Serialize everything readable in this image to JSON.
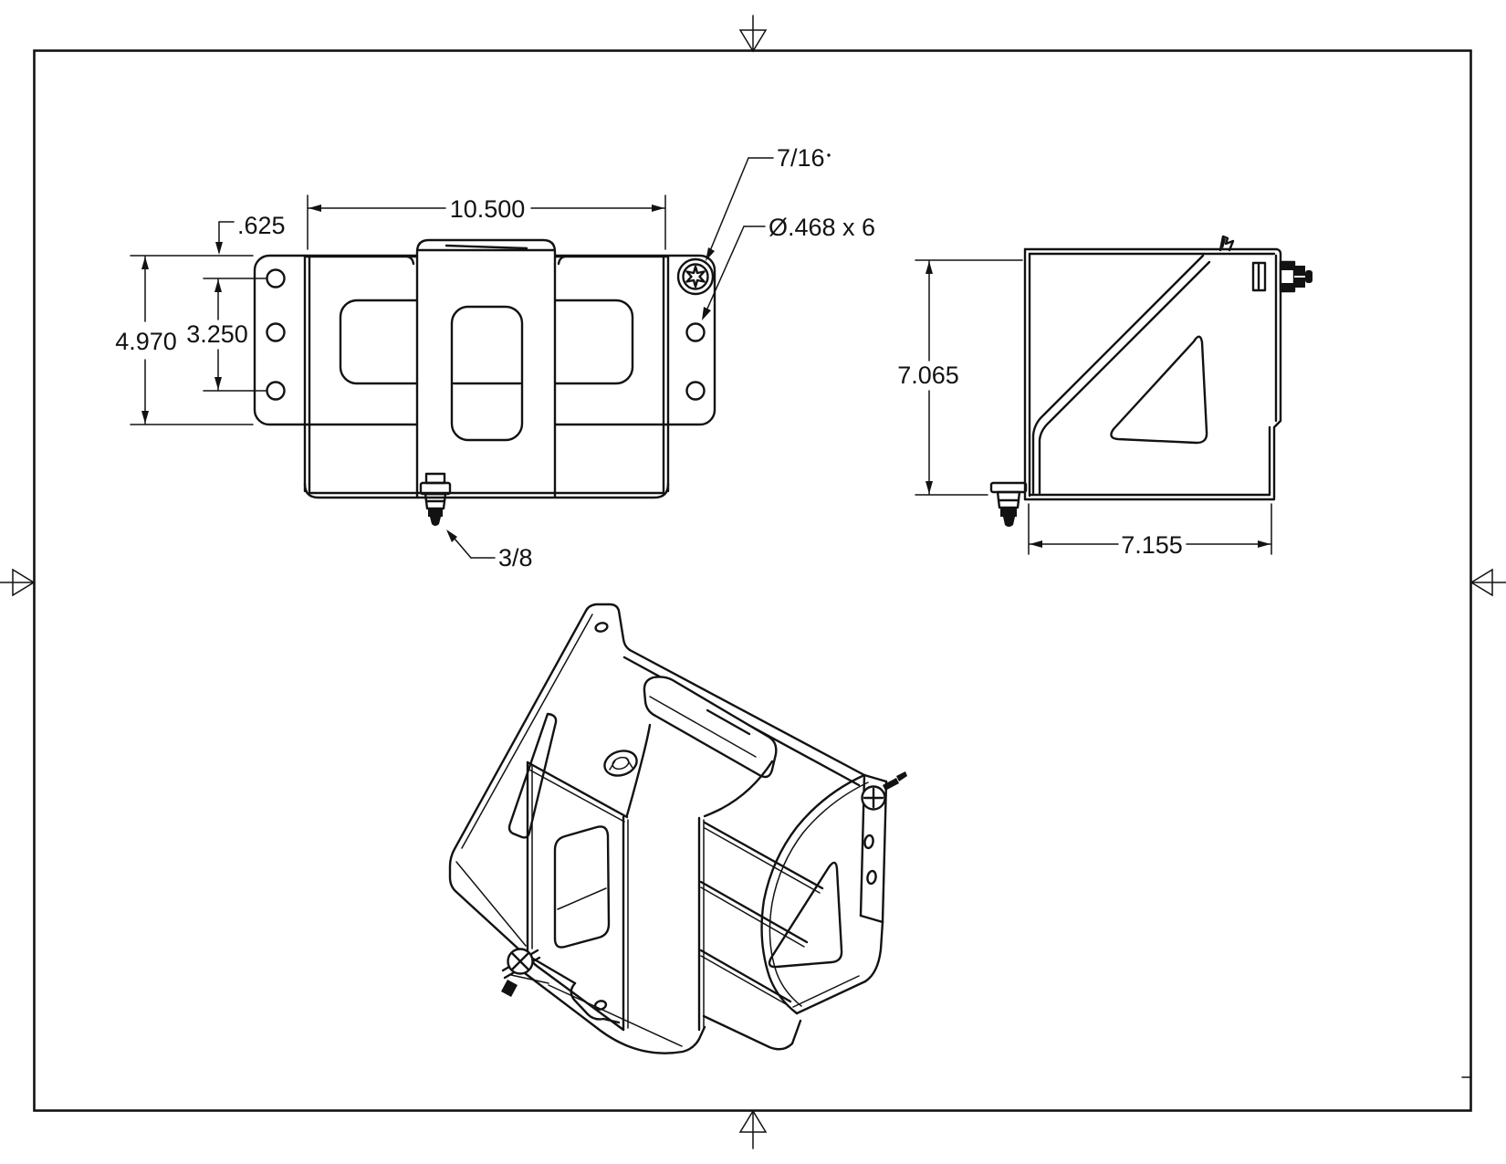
{
  "sheet": {
    "type": "engineering-drawing",
    "paper_color": "#ffffff",
    "ink_color": "#121212",
    "views": [
      "front-view",
      "side-view",
      "isometric-view"
    ]
  },
  "annotations": {
    "front_width": "10.500",
    "front_edge_offset": ".625",
    "front_flange_height": "4.970",
    "front_hole_spacing": "3.250",
    "screw_callout": "7/16",
    "hole_callout": "Ø.468 x 6",
    "bolt_callout": "3/8",
    "side_height": "7.065",
    "side_depth": "7.155"
  }
}
